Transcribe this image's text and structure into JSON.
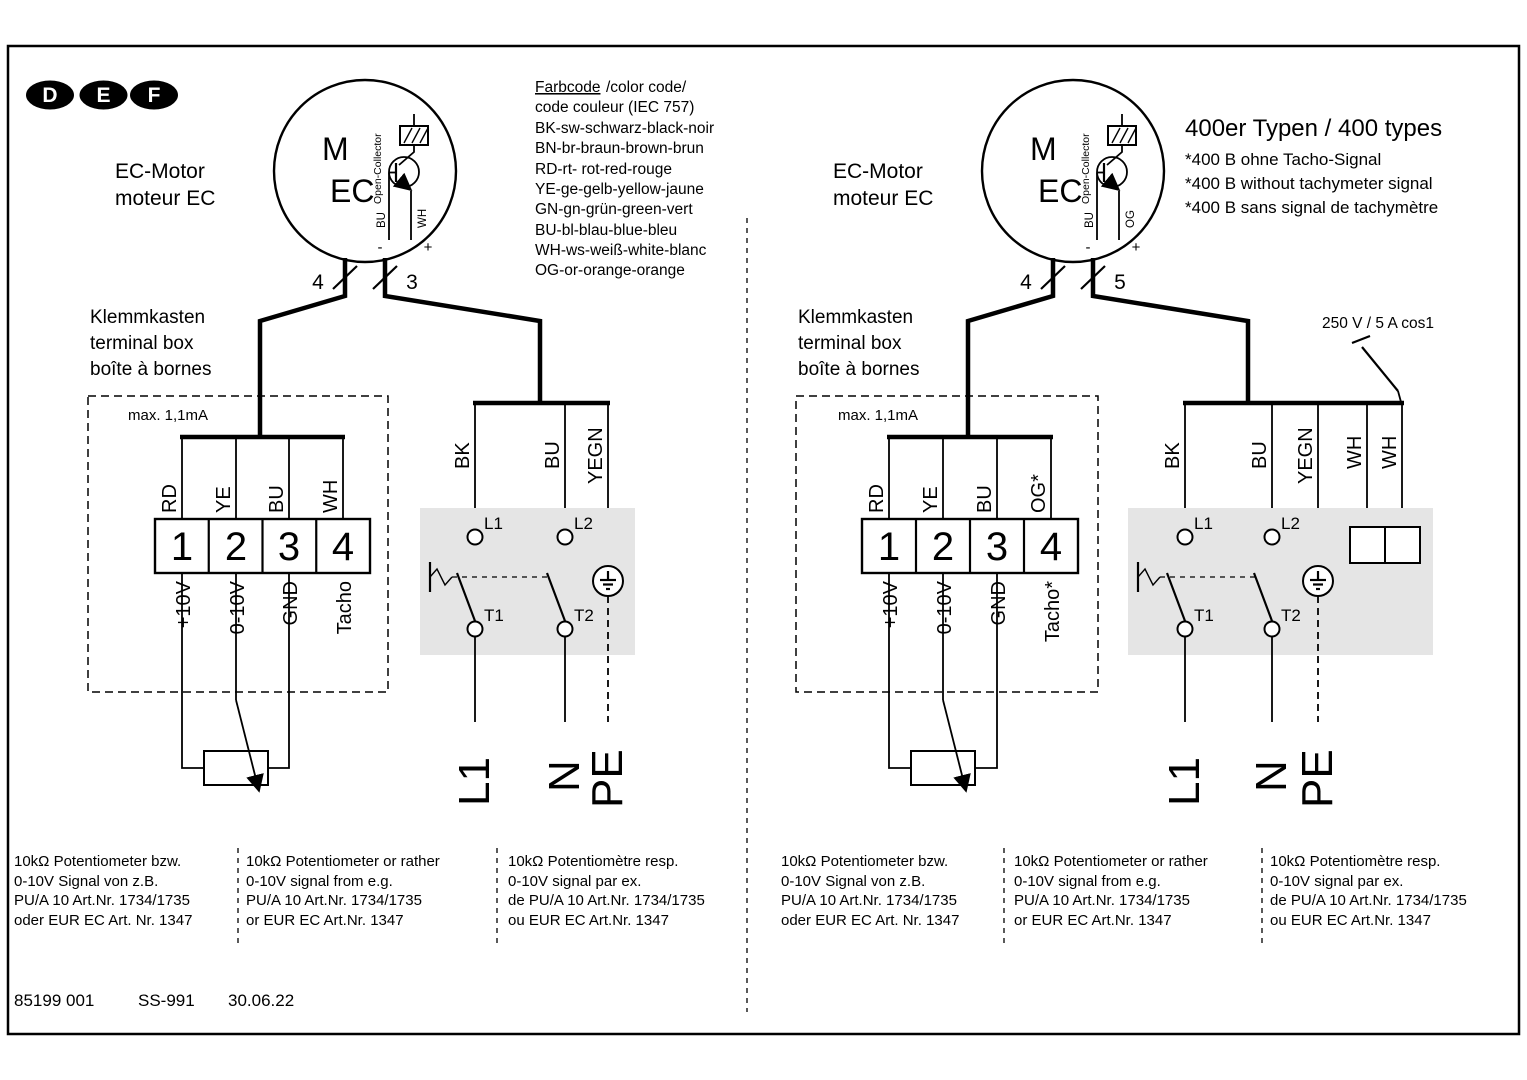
{
  "page": {
    "badges": [
      "D",
      "E",
      "F"
    ],
    "footer": {
      "doc_number": "85199 001",
      "revision": "SS-991",
      "date": "30.06.22"
    }
  },
  "color_code": {
    "title_underlined": "Farbcode ",
    "title_rest": "/color code/",
    "subtitle": "code couleur (IEC 757)",
    "entries": [
      "BK-sw-schwarz-black-noir",
      "BN-br-braun-brown-brun",
      "RD-rt- rot-red-rouge",
      "YE-ge-gelb-yellow-jaune",
      "GN-gn-grün-green-vert",
      "BU-bl-blau-blue-bleu",
      "WH-ws-weiß-white-blanc",
      "OG-or-orange-orange"
    ]
  },
  "types_400": {
    "title": "400er Typen / 400 types",
    "lines": [
      "*400 B ohne Tacho-Signal",
      "*400 B without tachymeter signal",
      "*400 B sans signal de tachymètre"
    ]
  },
  "left": {
    "motor_label": {
      "line1": "EC-Motor",
      "line2": "moteur EC"
    },
    "motor": {
      "m": "M",
      "ec": "EC",
      "open_collector": "Open-Collector",
      "neg_wire": "BU",
      "pos_wire": "WH",
      "minus": "-",
      "plus": "+"
    },
    "cables": {
      "control_count": "4",
      "power_count": "3"
    },
    "terminal_box": {
      "labels": [
        "Klemmkasten",
        "terminal box",
        "boîte à bornes"
      ],
      "max_current": "max. 1,1mA"
    },
    "terminals": {
      "numbers": [
        "1",
        "2",
        "3",
        "4"
      ],
      "wire_colors": [
        "RD",
        "YE",
        "BU",
        "WH"
      ],
      "functions": [
        "+10V",
        "0-10V",
        "GND",
        "Tacho"
      ]
    },
    "power_wires": [
      "BK",
      "BU",
      "YEGN"
    ],
    "switch_contacts": [
      "L1",
      "L2",
      "T1",
      "T2"
    ],
    "outputs": [
      "L1",
      "N",
      "PE"
    ]
  },
  "right": {
    "motor_label": {
      "line1": "EC-Motor",
      "line2": "moteur EC"
    },
    "motor": {
      "m": "M",
      "ec": "EC",
      "open_collector": "Open-Collector",
      "neg_wire": "BU",
      "pos_wire": "OG",
      "minus": "-",
      "plus": "+"
    },
    "cables": {
      "control_count": "4",
      "power_count": "5"
    },
    "terminal_box": {
      "labels": [
        "Klemmkasten",
        "terminal box",
        "boîte à bornes"
      ],
      "max_current": "max. 1,1mA"
    },
    "terminals": {
      "numbers": [
        "1",
        "2",
        "3",
        "4"
      ],
      "wire_colors": [
        "RD",
        "YE",
        "BU",
        "OG*"
      ],
      "functions": [
        "+10V",
        "0-10V",
        "GND",
        "Tacho*"
      ]
    },
    "power_wires": [
      "BK",
      "BU",
      "YEGN",
      "WH",
      "WH"
    ],
    "switch_rating": "250 V / 5 A cos1",
    "switch_contacts": [
      "L1",
      "L2",
      "T1",
      "T2"
    ],
    "outputs": [
      "L1",
      "N",
      "PE"
    ]
  },
  "notes": {
    "left": {
      "de": [
        "10kΩ Potentiometer bzw.",
        "0-10V Signal von z.B.",
        "PU/A 10 Art.Nr. 1734/1735",
        "oder EUR EC Art. Nr. 1347"
      ],
      "en": [
        "10kΩ Potentiometer or rather",
        "0-10V signal from e.g.",
        "PU/A 10 Art.Nr. 1734/1735",
        "or EUR EC Art.Nr. 1347"
      ],
      "fr": [
        "10kΩ Potentiomètre resp.",
        "0-10V signal par ex.",
        "de PU/A 10 Art.Nr. 1734/1735",
        "ou EUR EC Art.Nr. 1347"
      ]
    },
    "right": {
      "de": [
        "10kΩ Potentiometer bzw.",
        "0-10V Signal von z.B.",
        "PU/A 10 Art.Nr. 1734/1735",
        "oder EUR EC Art. Nr. 1347"
      ],
      "en": [
        "10kΩ Potentiometer or rather",
        "0-10V signal from e.g.",
        "PU/A 10 Art.Nr. 1734/1735",
        "or EUR EC Art.Nr. 1347"
      ],
      "fr": [
        "10kΩ Potentiomètre resp.",
        "0-10V signal par ex.",
        "de PU/A 10 Art.Nr. 1734/1735",
        "ou EUR EC Art.Nr. 1347"
      ]
    }
  }
}
